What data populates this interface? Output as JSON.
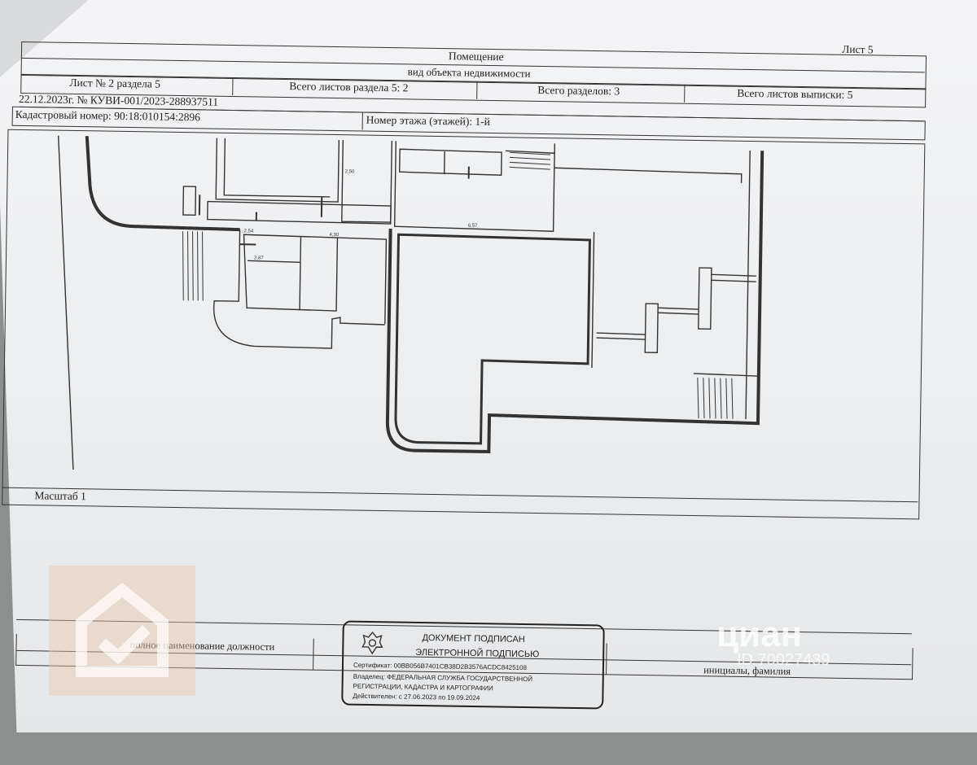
{
  "header": {
    "sheet_label": "Лист 5",
    "object_type": "Помещение",
    "object_type_caption": "вид объекта недвижимости",
    "sheet_of_section": "Лист № 2 раздела 5",
    "total_section_sheets": "Всего листов раздела 5: 2",
    "total_sections": "Всего разделов: 3",
    "total_extract_sheets": "Всего листов выписки: 5",
    "date_number": "22.12.2023г. № КУВИ-001/2023-288937511",
    "cadastral_number": "Кадастровый номер: 90:18:010154:2896",
    "floor_number": "Номер этажа (этажей): 1-й"
  },
  "plan": {
    "dimensions": [
      "2,54",
      "4,30",
      "2,87",
      "6,57",
      "2,50"
    ],
    "scale_label": "Масштаб 1"
  },
  "signature": {
    "position_caption": "полное наименование должности",
    "name_caption": "инициалы, фамилия",
    "stamp_title_1": "ДОКУМЕНТ ПОДПИСАН",
    "stamp_title_2": "ЭЛЕКТРОННОЙ ПОДПИСЬЮ",
    "certificate": "Сертификат: 00BB056B7401CB38D2B3576ACDC8425108",
    "owner_1": "Владелец: ФЕДЕРАЛЬНАЯ СЛУЖБА ГОСУДАРСТВЕННОЙ",
    "owner_2": "РЕГИСТРАЦИИ, КАДАСТРА И КАРТОГРАФИИ",
    "valid": "Действителен: с 27.06.2023 по 19.09.2024"
  },
  "watermark": {
    "brand": "циан",
    "id": "ID 70027439"
  },
  "colors": {
    "paper": "#eceef0",
    "ink": "#222222",
    "background": "#8d8f8f"
  }
}
